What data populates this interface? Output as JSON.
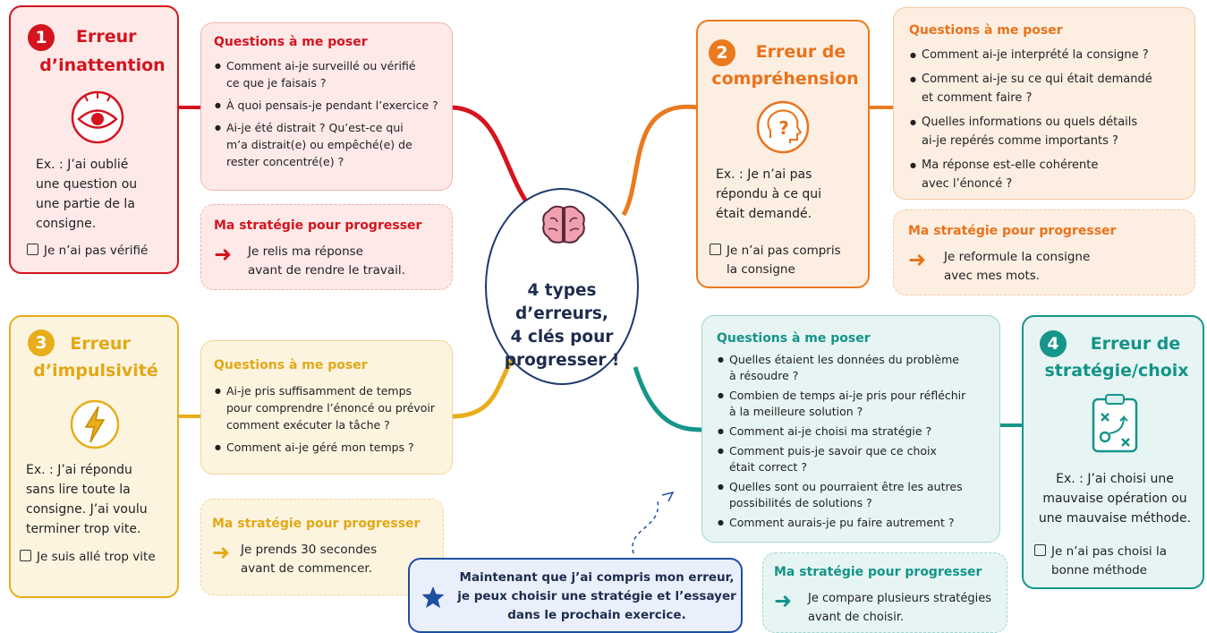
{
  "center": {
    "title_line1": "4 types d’erreurs,",
    "title_line2": "4 clés pour",
    "title_line3": "progresser !",
    "icon": "brain-icon"
  },
  "colors": {
    "red": "#d4141e",
    "orange": "#e9731b",
    "yellow": "#e2a815",
    "teal": "#149488",
    "blue": "#1e4fa0"
  },
  "error1": {
    "number": "1",
    "title_line1": "Erreur",
    "title_line2": "d’inattention",
    "icon": "eye-icon",
    "example": [
      "Ex. : J’ai oublié",
      "une question ou",
      "une partie de la",
      "consigne."
    ],
    "checkbox": "Je n’ai pas vérifié",
    "questions_title": "Questions à me poser",
    "questions": [
      [
        "Comment ai-je surveillé ou vérifié",
        "ce que je faisais ?"
      ],
      [
        "À quoi pensais-je pendant l’exercice ?"
      ],
      [
        "Ai-je été distrait ? Qu’est-ce qui",
        "m’a distrait(e) ou empêché(e) de",
        "rester concentré(e) ?"
      ]
    ],
    "strategy_title": "Ma stratégie pour progresser",
    "strategy": [
      "Je relis ma réponse",
      "avant de rendre le travail."
    ]
  },
  "error2": {
    "number": "2",
    "title_line1": "Erreur de",
    "title_line2": "compréhension",
    "icon": "head-question-icon",
    "example": [
      "Ex. : Je n’ai pas",
      "répondu à ce qui",
      "était demandé."
    ],
    "checkbox": [
      "Je n’ai pas compris",
      "la consigne"
    ],
    "questions_title": "Questions à me poser",
    "questions": [
      [
        "Comment ai-je interprété la consigne ?"
      ],
      [
        "Comment ai-je su ce qui était demandé",
        "et comment faire ?"
      ],
      [
        "Quelles informations ou quels détails",
        "ai-je repérés comme importants ?"
      ],
      [
        "Ma réponse est-elle cohérente",
        "avec l’énoncé ?"
      ]
    ],
    "strategy_title": "Ma stratégie pour progresser",
    "strategy": [
      "Je reformule la consigne",
      "avec mes mots."
    ]
  },
  "error3": {
    "number": "3",
    "title_line1": "Erreur",
    "title_line2": "d’impulsivité",
    "icon": "lightning-icon",
    "example": [
      "Ex. : J’ai répondu",
      "sans lire toute la",
      "consigne. J’ai voulu",
      "terminer trop vite."
    ],
    "checkbox": "Je suis allé trop vite",
    "questions_title": "Questions à me poser",
    "questions": [
      [
        "Ai-je pris suffisamment de temps",
        "pour comprendre l’énoncé ou prévoir",
        "comment exécuter la tâche ?"
      ],
      [
        "Comment ai-je géré mon temps ?"
      ]
    ],
    "strategy_title": "Ma stratégie pour progresser",
    "strategy": [
      "Je prends 30 secondes",
      "avant de commencer."
    ]
  },
  "error4": {
    "number": "4",
    "title_line1": "Erreur de",
    "title_line2": "stratégie/choix",
    "icon": "clipboard-strategy-icon",
    "example": [
      "Ex. : J’ai choisi une",
      "mauvaise opération ou",
      "une mauvaise méthode."
    ],
    "checkbox": [
      "Je n’ai pas choisi la",
      "bonne méthode"
    ],
    "questions_title": "Questions à me poser",
    "questions": [
      [
        "Quelles étaient les données du problème",
        "à résoudre ?"
      ],
      [
        "Combien de temps ai-je pris pour réfléchir",
        "à la meilleure solution ?"
      ],
      [
        "Comment ai-je choisi ma stratégie ?"
      ],
      [
        "Comment puis-je savoir que ce choix",
        "était correct ?"
      ],
      [
        "Quelles sont ou pourraient être les autres",
        "possibilités de solutions ?"
      ],
      [
        "Comment aurais-je pu faire autrement ?"
      ]
    ],
    "strategy_title": "Ma stratégie pour progresser",
    "strategy": [
      "Je compare plusieurs stratégies",
      "avant de choisir."
    ]
  },
  "bottom_note": {
    "icon": "star-icon",
    "lines": [
      "Maintenant que j’ai compris mon erreur,",
      "je peux choisir une stratégie et l’essayer",
      "dans le prochain exercice."
    ]
  }
}
